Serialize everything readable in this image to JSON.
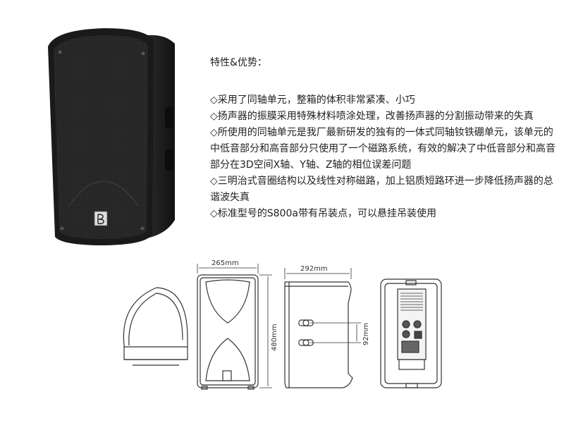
{
  "features": {
    "title": "特性&优势：",
    "items": [
      "◇采用了同轴单元，整箱的体积非常紧凑、小巧",
      "◇扬声器的振膜采用特殊材料喷涂处理，改善扬声器的分割振动带来的失真",
      "◇所使用的同轴单元是我厂最新研发的独有的一体式同轴钕铁硼单元，该单元的中低音部分和高音部分只使用了一个磁路系统，有效的解决了中低音部分和高音部分在3D空间X轴、Y轴、Z轴的相位误差问题",
      "◇三明治式音圈结构以及线性对称磁路，加上铝质短路环进一步降低扬声器的总谐波失真",
      "◇标准型号的S800a带有吊装点，可以悬挂吊装使用"
    ]
  },
  "dimensions": {
    "width": "265mm",
    "depth": "292mm",
    "height": "480mm",
    "mount_spacing": "92mm"
  },
  "colors": {
    "cabinet": "#1c1c1c",
    "grille": "#2a2a2a",
    "line": "#333333"
  },
  "icons": {
    "logo": "beta3-logo-icon"
  }
}
